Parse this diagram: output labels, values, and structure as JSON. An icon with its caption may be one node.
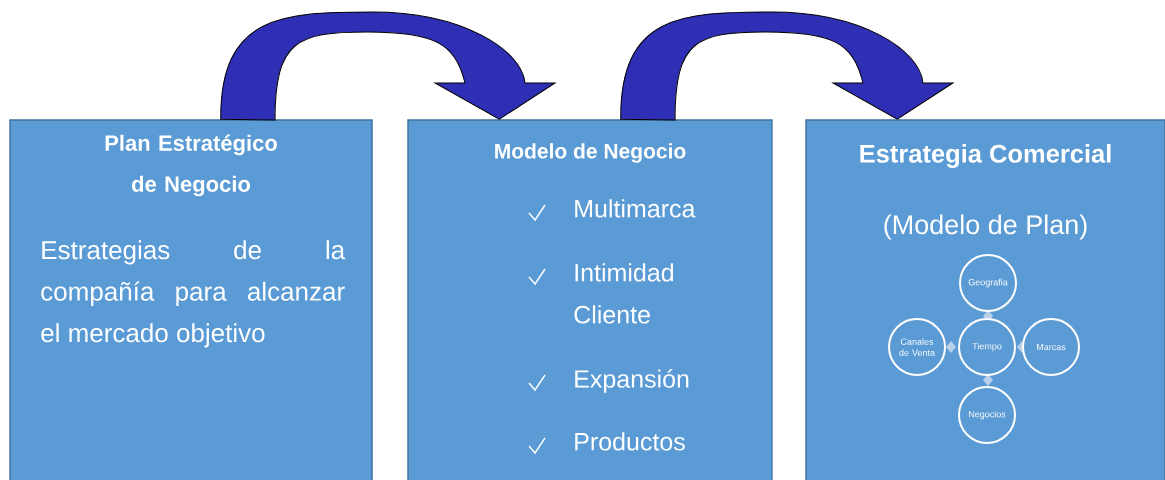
{
  "diagram": {
    "nodes": [
      {
        "text": [
          "Plan Estratégico de Negocio",
          "Estrategias de la compañía para alcanzar el mercado objetivo"
        ]
      },
      {
        "text": [
          "Modelo de Negocio",
          "Multimarca",
          "Intimidad Cliente",
          "Expansión",
          "Productos"
        ]
      },
      {
        "text": [
          "Estrategia Comercial",
          "(Modelo de Plan)"
        ]
      },
      {
        "text": [
          "Geografia"
        ],
        "in": 2
      },
      {
        "text": [
          "Canales de Venta"
        ],
        "in": 2
      },
      {
        "text": [
          "Tiempo"
        ],
        "in": 2
      },
      {
        "text": [
          "Marcas"
        ],
        "in": 2
      },
      {
        "text": [
          "Negocios"
        ],
        "in": 2
      }
    ],
    "edges": [
      {
        "from": 0,
        "to": 1,
        "arrow": "to"
      },
      {
        "from": 1,
        "to": 2,
        "arrow": "to"
      }
    ]
  }
}
